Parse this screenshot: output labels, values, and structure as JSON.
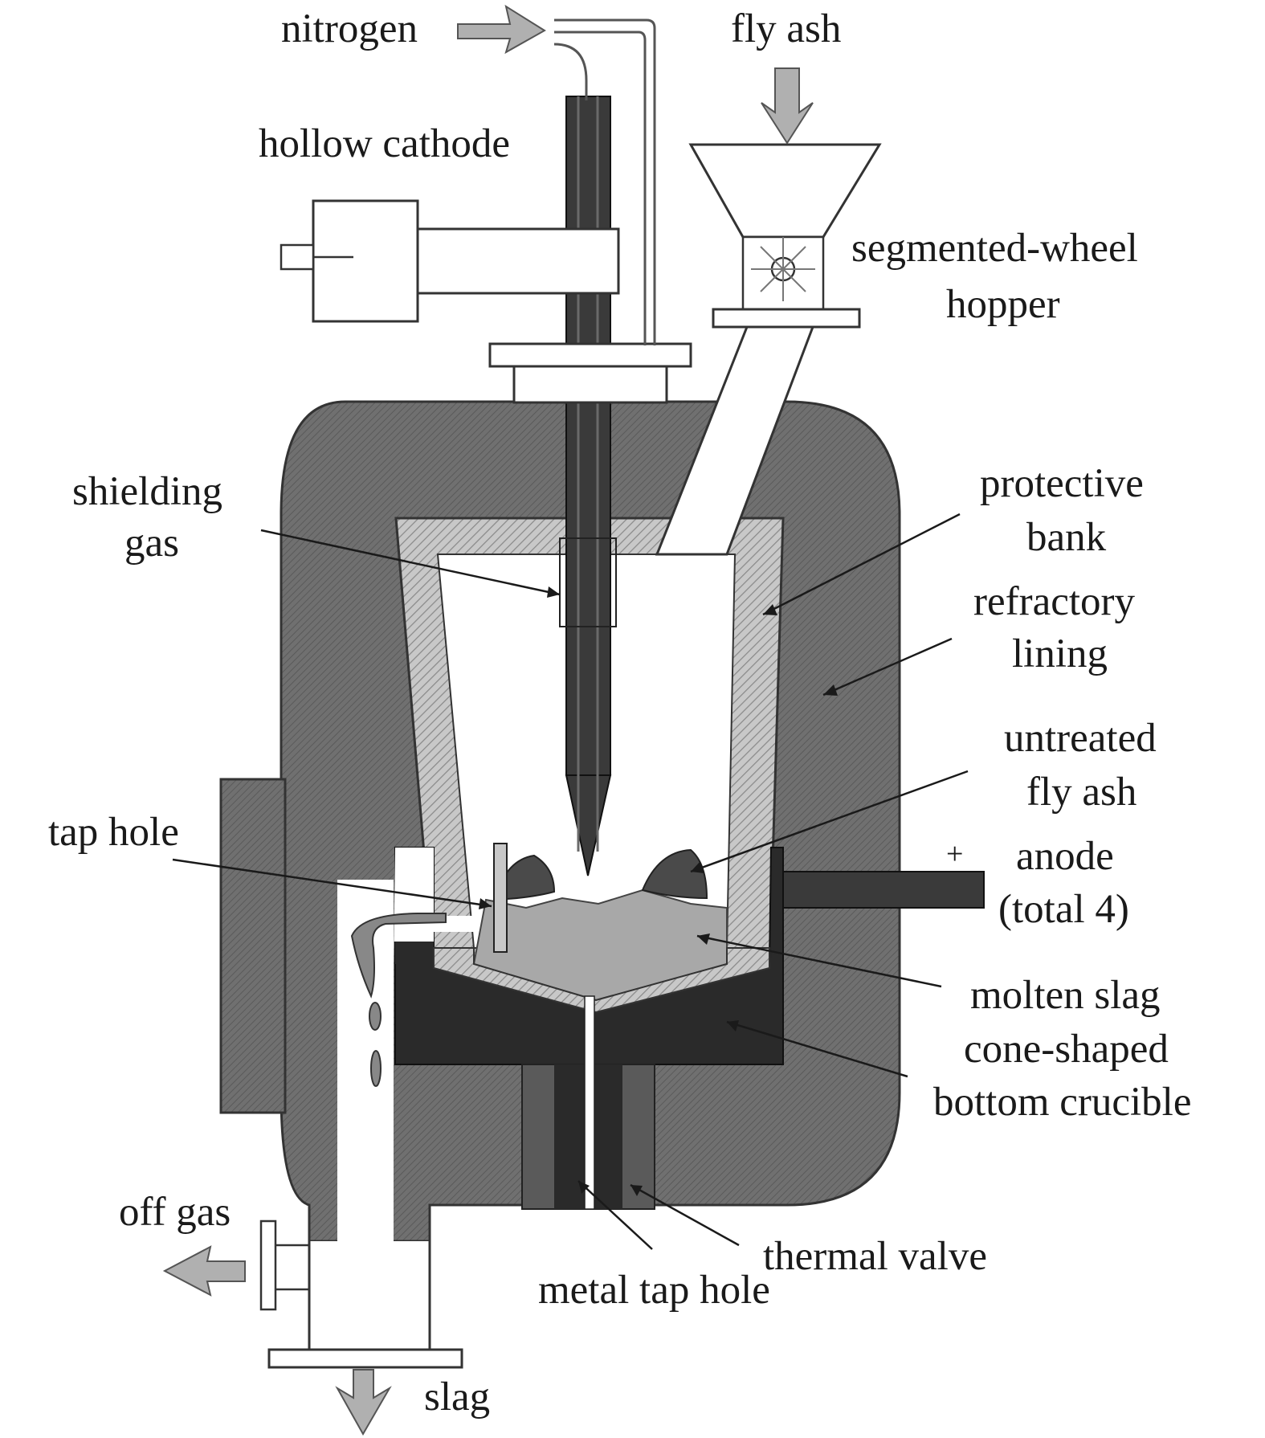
{
  "labels": {
    "nitrogen": "nitrogen",
    "fly_ash": "fly ash",
    "hollow_cathode": "hollow cathode",
    "segmented_wheel_hopper_1": "segmented-wheel",
    "segmented_wheel_hopper_2": "hopper",
    "shielding_gas_1": "shielding",
    "shielding_gas_2": "gas",
    "protective_bank_1": "protective",
    "protective_bank_2": "bank",
    "refractory_lining_1": "refractory",
    "refractory_lining_2": "lining",
    "untreated_fly_ash_1": "untreated",
    "untreated_fly_ash_2": "fly ash",
    "tap_hole": "tap hole",
    "anode_1": "anode",
    "anode_2": "(total 4)",
    "plus_sign": "+",
    "molten_slag": "molten slag",
    "cone_shaped_1": "cone-shaped",
    "cone_shaped_2": "bottom crucible",
    "off_gas": "off gas",
    "thermal_valve": "thermal valve",
    "metal_tap_hole": "metal tap hole",
    "slag": "slag"
  },
  "colors": {
    "refractory": "#6e6e6e",
    "protective_bank": "#b4b4b4",
    "crucible": "#2a2a2a",
    "cathode": "#3a3a3a",
    "molten_slag": "#a8a8a8",
    "fly_ash_pile": "#4a4a4a",
    "arrow": "#b0b0b0",
    "text": "#1a1a1a"
  }
}
